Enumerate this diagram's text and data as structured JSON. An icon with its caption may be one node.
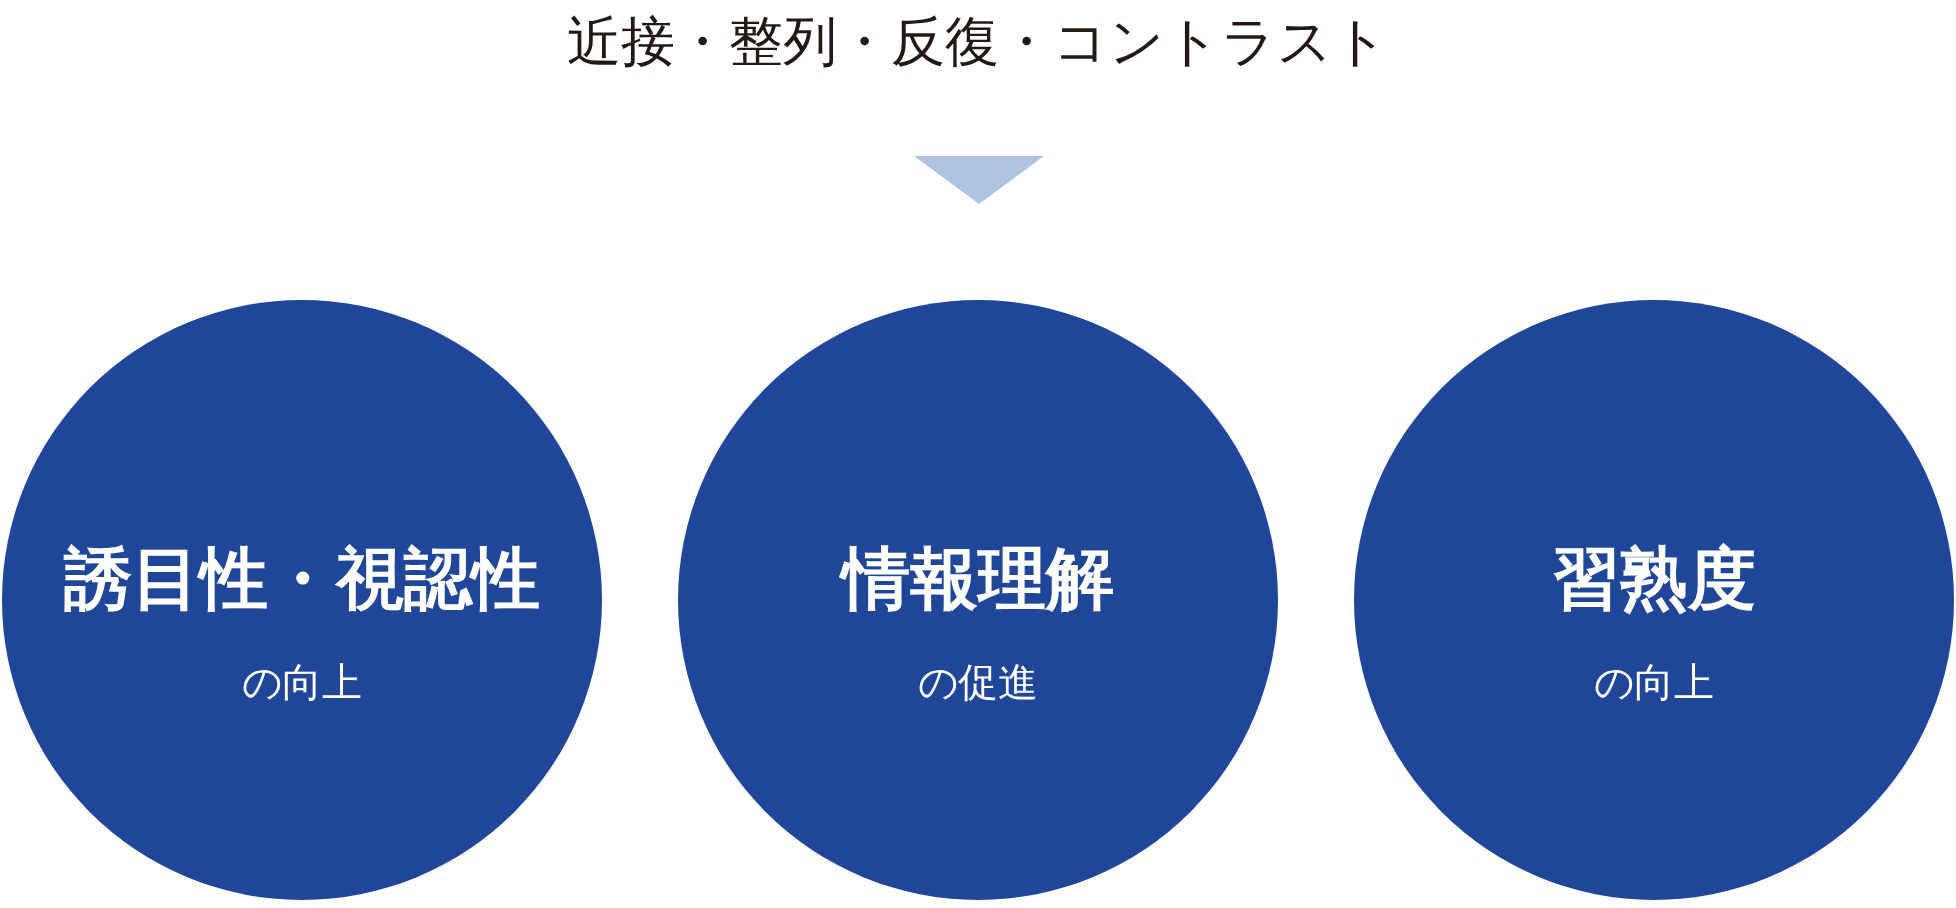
{
  "diagram": {
    "title": "近接・整列・反復・コントラスト",
    "nodes": [
      {
        "text": [
          "誘目性・視認性",
          "の向上"
        ]
      },
      {
        "text": [
          "情報理解",
          "の促進"
        ]
      },
      {
        "text": [
          "習熟度",
          "の向上"
        ]
      }
    ]
  }
}
